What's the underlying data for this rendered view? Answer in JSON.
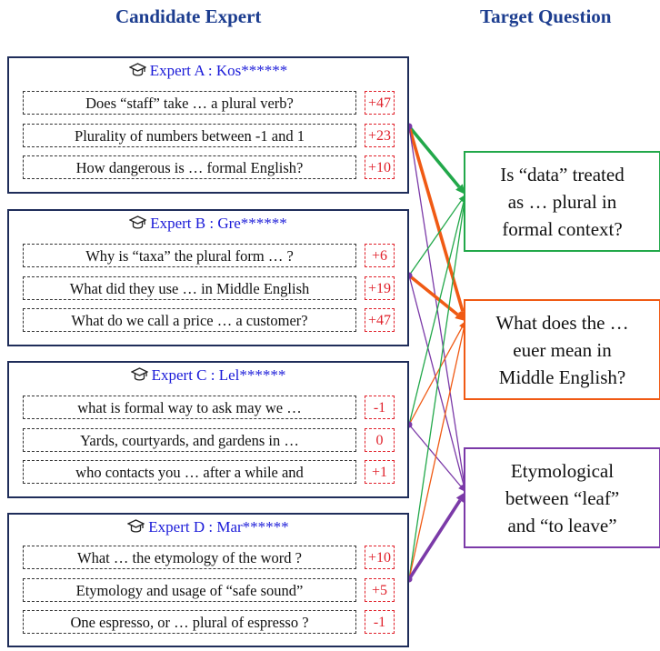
{
  "headings": {
    "left": "Candidate Expert",
    "right": "Target Question"
  },
  "experts": [
    {
      "title": "Expert A : Kos******",
      "questions": [
        {
          "text": "Does “staff” take … a plural verb?",
          "score": "+47"
        },
        {
          "text": "Plurality of numbers between -1 and 1",
          "score": "+23"
        },
        {
          "text": "How dangerous is … formal English?",
          "score": "+10"
        }
      ]
    },
    {
      "title": "Expert B : Gre******",
      "questions": [
        {
          "text": "Why is “taxa” the plural form … ?",
          "score": "+6"
        },
        {
          "text": "What did they use … in Middle English",
          "score": "+19"
        },
        {
          "text": "What do we call a price … a customer?",
          "score": "+47"
        }
      ]
    },
    {
      "title": "Expert C : Lel******",
      "questions": [
        {
          "text": "what is formal way to ask may we …",
          "score": "-1"
        },
        {
          "text": "Yards, courtyards, and gardens in …",
          "score": "0"
        },
        {
          "text": "who contacts you …  after a while and",
          "score": "+1"
        }
      ]
    },
    {
      "title": "Expert D : Mar******",
      "questions": [
        {
          "text": "What … the etymology of the word ?",
          "score": "+10"
        },
        {
          "text": "Etymology and usage of “safe sound”",
          "score": "+5"
        },
        {
          "text": "One espresso, or … plural of espresso ?",
          "score": "-1"
        }
      ]
    }
  ],
  "targets": [
    {
      "lines": [
        "Is “data” treated",
        "as … plural in",
        "formal context?"
      ],
      "color": "#22a84a"
    },
    {
      "lines": [
        "What does the …",
        "euer mean in",
        "Middle English?"
      ],
      "color": "#f05a14"
    },
    {
      "lines": [
        "Etymological",
        "between “leaf”",
        "and “to leave”"
      ],
      "color": "#7b3aa8"
    }
  ],
  "links": [
    {
      "expert": 0,
      "target": 0,
      "color": "#22a84a",
      "emphasis": true
    },
    {
      "expert": 0,
      "target": 1,
      "color": "#f05a14",
      "emphasis": true
    },
    {
      "expert": 0,
      "target": 2,
      "color": "#7b3aa8",
      "emphasis": false
    },
    {
      "expert": 1,
      "target": 0,
      "color": "#22a84a",
      "emphasis": false
    },
    {
      "expert": 1,
      "target": 1,
      "color": "#f05a14",
      "emphasis": true
    },
    {
      "expert": 1,
      "target": 2,
      "color": "#7b3aa8",
      "emphasis": false
    },
    {
      "expert": 2,
      "target": 0,
      "color": "#22a84a",
      "emphasis": false
    },
    {
      "expert": 2,
      "target": 1,
      "color": "#f05a14",
      "emphasis": false
    },
    {
      "expert": 2,
      "target": 2,
      "color": "#7b3aa8",
      "emphasis": false
    },
    {
      "expert": 3,
      "target": 0,
      "color": "#22a84a",
      "emphasis": false
    },
    {
      "expert": 3,
      "target": 1,
      "color": "#f05a14",
      "emphasis": false
    },
    {
      "expert": 3,
      "target": 2,
      "color": "#7b3aa8",
      "emphasis": true
    }
  ]
}
